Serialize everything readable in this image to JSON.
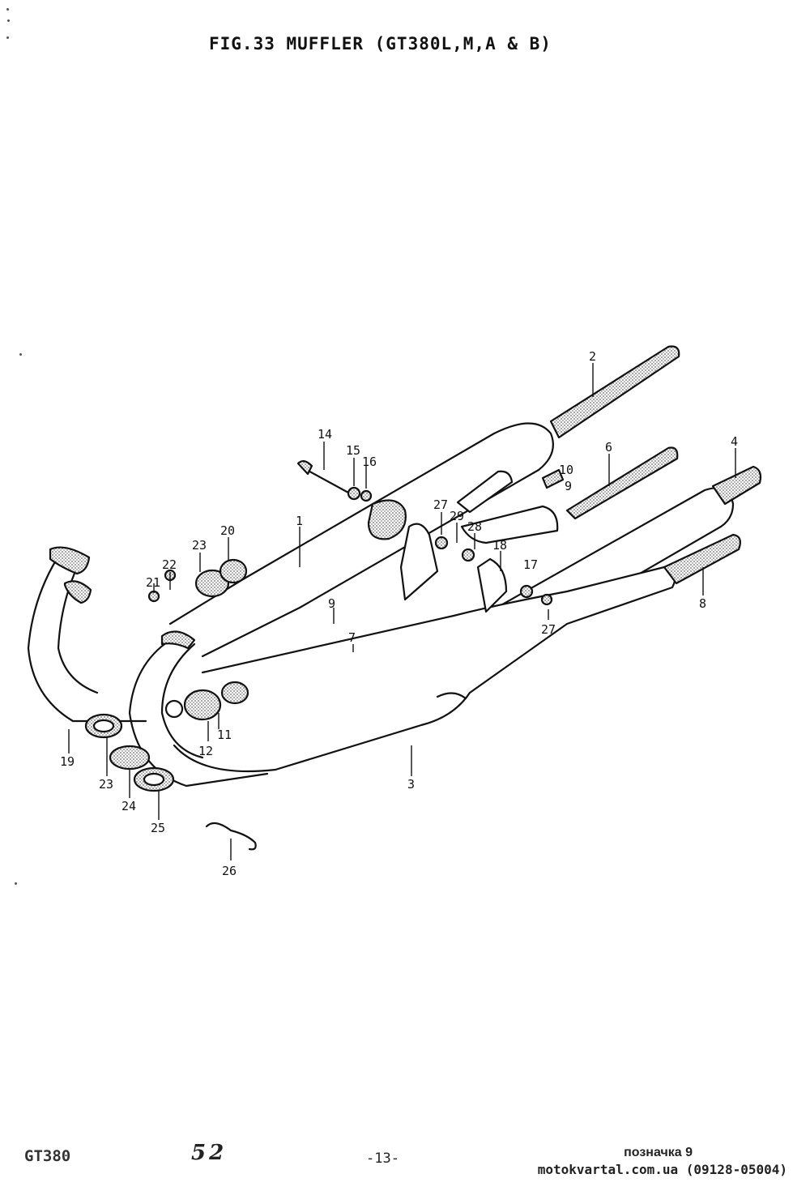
{
  "header": {
    "title": "FIG.33 MUFFLER (GT380L,M,A & B)"
  },
  "callouts": [
    {
      "label": "2"
    },
    {
      "label": "14"
    },
    {
      "label": "15"
    },
    {
      "label": "16"
    },
    {
      "label": "6"
    },
    {
      "label": "10"
    },
    {
      "label": "9"
    },
    {
      "label": "4"
    },
    {
      "label": "1"
    },
    {
      "label": "27"
    },
    {
      "label": "29"
    },
    {
      "label": "28"
    },
    {
      "label": "18"
    },
    {
      "label": "17"
    },
    {
      "label": "20"
    },
    {
      "label": "23"
    },
    {
      "label": "22"
    },
    {
      "label": "21"
    },
    {
      "label": "9"
    },
    {
      "label": "7"
    },
    {
      "label": "27"
    },
    {
      "label": "8"
    },
    {
      "label": "12"
    },
    {
      "label": "11"
    },
    {
      "label": "3"
    },
    {
      "label": "19"
    },
    {
      "label": "23"
    },
    {
      "label": "24"
    },
    {
      "label": "25"
    },
    {
      "label": "26"
    }
  ],
  "footer": {
    "model": "GT380",
    "page": "52",
    "page_number": "-13-",
    "label": "позначка 9",
    "source": "motokvartal.com.ua (09128-05004)"
  }
}
